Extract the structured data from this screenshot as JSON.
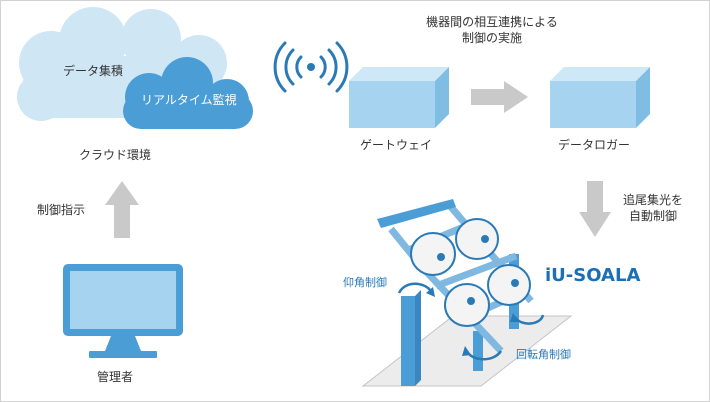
{
  "cloud": {
    "label_data": "データ集積",
    "label_realtime": "リアルタイム監視",
    "caption": "クラウド環境"
  },
  "control_instruction": "制御指示",
  "admin_label": "管理者",
  "gateway_label": "ゲートウェイ",
  "logger_label": "データロガー",
  "cooperation_line1": "機器間の相互連携による",
  "cooperation_line2": "制御の実施",
  "tracking_line1": "追尾集光を",
  "tracking_line2": "自動制御",
  "elevation_label": "仰角制御",
  "rotation_label": "回転角制御",
  "brand": "iU-SOALA",
  "colors": {
    "cloud_light": "#cfe6f5",
    "cloud_dark": "#4b9dd6",
    "box_front": "#a5d3f0",
    "box_top": "#cfe8f8",
    "box_side": "#7fbde3",
    "arrow_gray": "#c9c9c9",
    "accent_blue": "#2a7ab8",
    "frame_blue": "#7fb8e0",
    "dish_white": "#f4f4f4"
  },
  "icons": {
    "wireless": "wifi-signal-icon",
    "monitor": "monitor-icon"
  }
}
